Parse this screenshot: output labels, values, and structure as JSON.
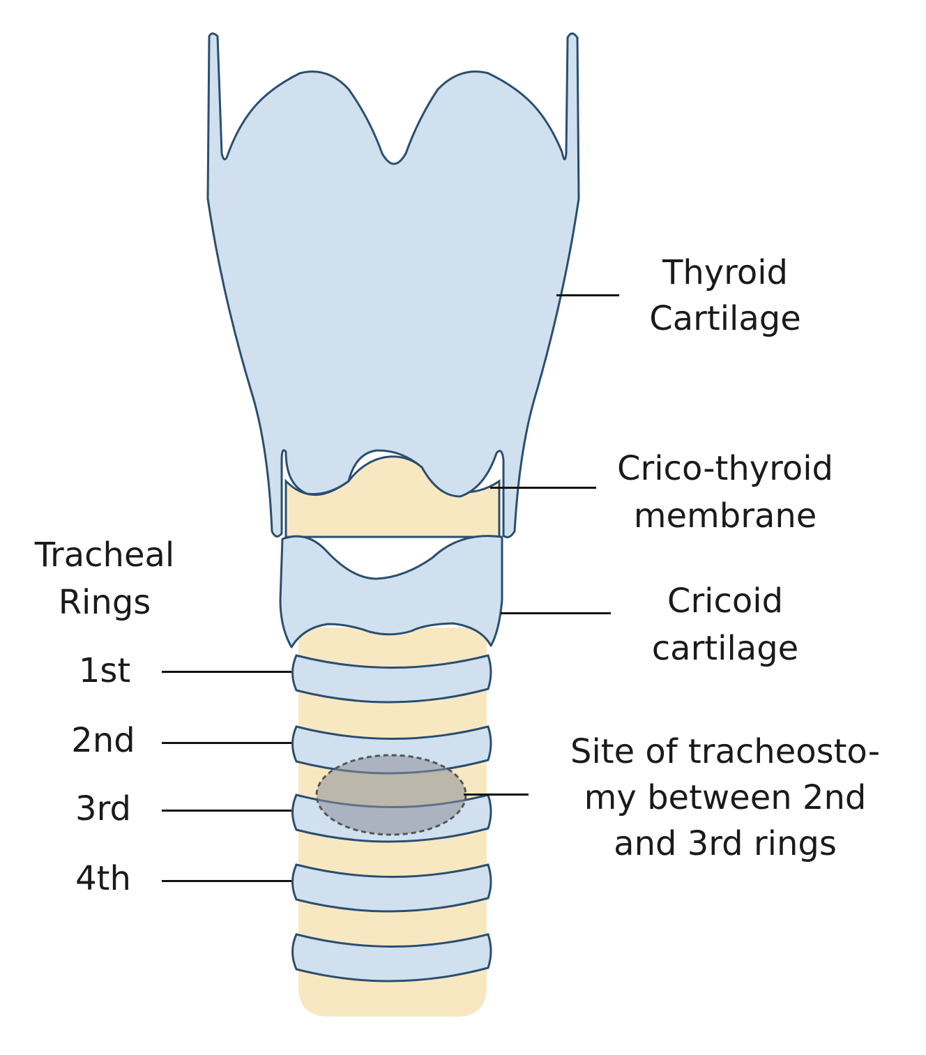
{
  "labels": {
    "thyroid_cartilage": [
      "Thyroid",
      "Cartilage"
    ],
    "crico_thyroid_membrane": [
      "Crico-thyroid",
      "membrane"
    ],
    "cricoid_cartilage": [
      "Cricoid",
      "cartilage"
    ],
    "tracheal_rings": [
      "Tracheal",
      "Rings"
    ],
    "ring_1": "1st",
    "ring_2": "2nd",
    "ring_3": "3rd",
    "ring_4": "4th",
    "tracheostomy_site": [
      "Site of tracheosto-",
      "my between 2nd",
      "and 3rd rings"
    ]
  },
  "colors": {
    "cartilage_fill": "#d0e0ee",
    "membrane_fill": "#f8e8c2",
    "outline": "#2a4e70",
    "site_fill": "#8a8e99",
    "site_dash": "#555555",
    "leader": "#111111",
    "text": "#1a1a1a"
  }
}
